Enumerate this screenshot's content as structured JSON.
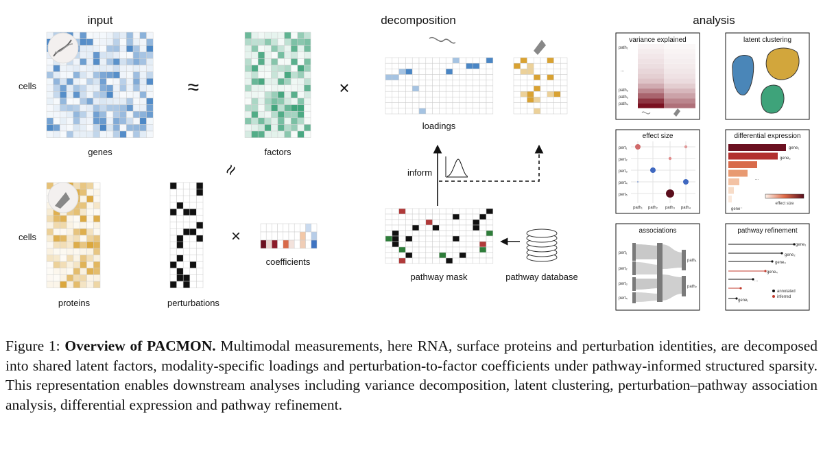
{
  "figure": {
    "sections": {
      "input": "input",
      "decomposition": "decomposition",
      "analysis": "analysis"
    },
    "input": {
      "cells_top": "cells",
      "cells_bottom": "cells",
      "genes": "genes",
      "proteins": "proteins",
      "factors": "factors",
      "perturbations": "perturbations",
      "coefficients": "coefficients",
      "approx_symbol": "≈",
      "times_symbol": "×"
    },
    "decomposition": {
      "loadings": "loadings",
      "inform": "inform",
      "pathway_mask": "pathway mask",
      "pathway_database": "pathway database"
    },
    "colors": {
      "gene_blue": "#4a86c5",
      "factor_green": "#3ea37a",
      "protein_gold": "#d9a232",
      "dark_red": "#6b1020",
      "mask_green": "#2e7d3a",
      "mask_red": "#b03a3a"
    },
    "analysis": {
      "variance_explained": {
        "title": "variance explained",
        "rows": [
          "path₁",
          "...",
          "path₂",
          "path₃",
          "path₄"
        ]
      },
      "latent_clustering": {
        "title": "latent clustering"
      },
      "effect_size": {
        "title": "effect size",
        "rows": [
          "pert₁",
          "pert₂",
          "pert₃",
          "pert₄",
          "pert₅"
        ],
        "cols": [
          "path₁",
          "path₂",
          "path₃",
          "path₄"
        ]
      },
      "differential_expression": {
        "title": "differential expression",
        "genes": [
          "gene₁",
          "gene₂",
          "...",
          "gene⁻"
        ],
        "colorbar_label": "effect size"
      },
      "associations": {
        "title": "associations",
        "perts": [
          "pert₁",
          "pert₂",
          "pert₃",
          "pert₄"
        ],
        "paths": [
          "path₁",
          "path₂"
        ]
      },
      "pathway_refinement": {
        "title": "pathway refinement",
        "genes": [
          "gene₁",
          "gene₂",
          "gene₃",
          "gene₄",
          "...",
          "geneⱼ"
        ],
        "legend": [
          "annotated",
          "inferred"
        ]
      }
    }
  },
  "caption": {
    "prefix": "Figure 1:",
    "title": "Overview of PACMON.",
    "body": "Multimodal measurements, here RNA, surface proteins and perturbation identities, are decomposed into shared latent factors, modality-specific loadings and perturbation-to-factor coefficients under pathway-informed structured sparsity.  This representation enables downstream analyses including variance decomposition, latent clustering, perturbation–pathway association analysis, differential expression and pathway refinement."
  }
}
